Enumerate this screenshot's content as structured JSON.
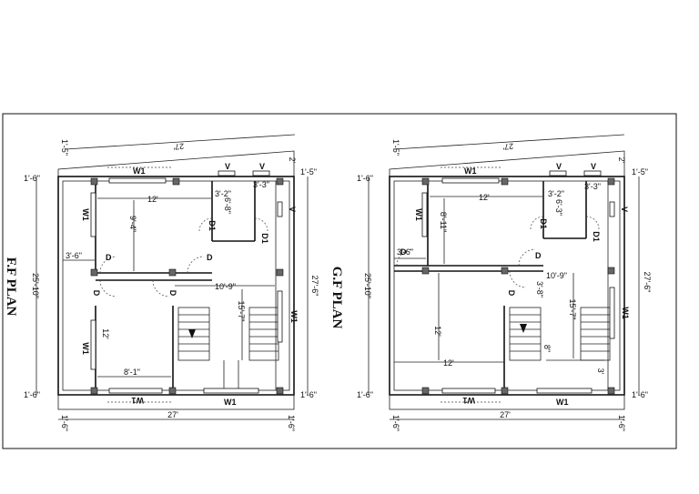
{
  "plans": {
    "ff": {
      "title": "F.F PLAN",
      "top_dim": "27'",
      "bottom_dim": "27'",
      "left_dim": "25'-10\"",
      "right_dim": "27'-6\"",
      "top_left_offset": "1'-5\"",
      "top_right_offset": "2'",
      "tl_margin": "1'-6\"",
      "tr_margin": "1'-5\"",
      "bl_margin": "1'-6\"",
      "br_margin": "1'-6\"",
      "b_left_small": "1'-6\"",
      "b_right_small": "1'-6\"",
      "w1_top": "W1",
      "w1_left_top": "W1",
      "w1_left_bottom": "W1",
      "w1_bottom_left": "W1",
      "w1_bottom_right": "W1",
      "w1_right": "W1",
      "v1": "V",
      "v2": "V",
      "v3": "V",
      "room1_w": "12'",
      "room1_h": "9'-4\"",
      "bath_w1": "3'-2\"",
      "bath_w2": "3'-3\"",
      "bath_h": "6'-8\"",
      "passage_w": "3'-6\"",
      "mid_w": "10'-9\"",
      "stair_h": "15'-7\"",
      "room2_w": "8'-1\"",
      "room2_h": "12'",
      "d1": "D",
      "d2": "D",
      "d3": "D",
      "d4": "D",
      "d1a": "D1",
      "d1b": "D1"
    },
    "gf": {
      "title": "G.F PLAN",
      "top_dim": "27'",
      "bottom_dim": "27'",
      "left_dim": "25'-10\"",
      "right_dim": "27'-6\"",
      "top_left_offset": "1'-5\"",
      "top_right_offset": "2'",
      "tl_margin": "1'-6\"",
      "tr_margin": "1'-5\"",
      "bl_margin": "1'-6\"",
      "br_margin": "1'-6\"",
      "b_left_small": "1'-6\"",
      "b_right_small": "1'-6\"",
      "w1_top": "W1",
      "w1_left_top": "W1",
      "w1_bottom_left": "W1",
      "w1_bottom_right": "W1",
      "w1_right": "W1",
      "v1": "V",
      "v2": "V",
      "v3": "V",
      "room1_w": "12'",
      "room1_h": "8'-11\"",
      "bath_w1": "3'-2\"",
      "bath_w2": "3'-3\"",
      "bath_h": "6'-3\"",
      "passage_w": "3'-6\"",
      "mid_w": "10'-9\"",
      "mid_h": "3'-8\"",
      "stair_h": "15'-7\"",
      "hall_h": "12'",
      "hall_w": "12'",
      "stair_small": "8\"",
      "small_3": "3'",
      "d1": "D",
      "d2": "D",
      "d3": "D",
      "d1a": "D1",
      "d1b": "D1"
    }
  }
}
